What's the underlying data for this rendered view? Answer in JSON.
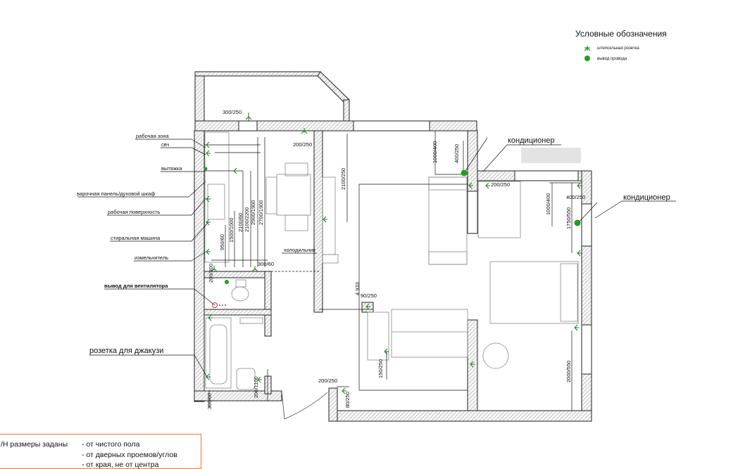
{
  "legend": {
    "title": "Условные обозначения",
    "socket_label": "штепсельная розетка",
    "wire_label": "вывод провода",
    "wire_color": "#1aa31a",
    "socket_color": "#1a7a1a"
  },
  "labels": {
    "work_zone": "рабочая зона",
    "microwave": "свч",
    "hood": "вытяжка",
    "hob_oven": "варочная панель/духовой шкаф",
    "work_surface": "рабочая поверхность",
    "washing_machine": "стиральная машина",
    "grinder": "измельчитель",
    "fan_outlet": "вывод для вентилятора",
    "jacuzzi_socket": "розетка для джакузи",
    "fridge": "холодильник",
    "ac_1": "кондиционер",
    "ac_2": "кондиционер"
  },
  "dims": {
    "d300_250": "300/250",
    "d200_250_a": "200/250",
    "d2100_250": "2100/250",
    "d1000_400_a": "1000/400",
    "d400_250_a": "400/250",
    "d200_250_b": "200/250",
    "d1000_400_b": "1000/400",
    "d400_250_b": "400/250",
    "d1750_550": "1750/550",
    "d2100_60": "2100/60",
    "d2100_2200": "2100/2200",
    "d2900_1900": "2900/1900",
    "d2700_1900": "2700/1900",
    "d1500_1000": "1500/1000",
    "d950_60": "950/60",
    "d300_60": "300/60",
    "d200_300": "200/300",
    "d4933": "4 933",
    "d90_250": "90/250",
    "d150_250": "150/250",
    "d200_250_c": "200/250",
    "d2000_550": "2000/550",
    "d300_60_b": "300/60",
    "d200_1100": "200/1100",
    "d80_250": "80/250"
  },
  "note": {
    "line1_left": "/Н размеры заданы",
    "line1_right": "- от чистого пола",
    "line2": "- от дверных проемов/углов",
    "line3": "- от края, не от центра"
  }
}
